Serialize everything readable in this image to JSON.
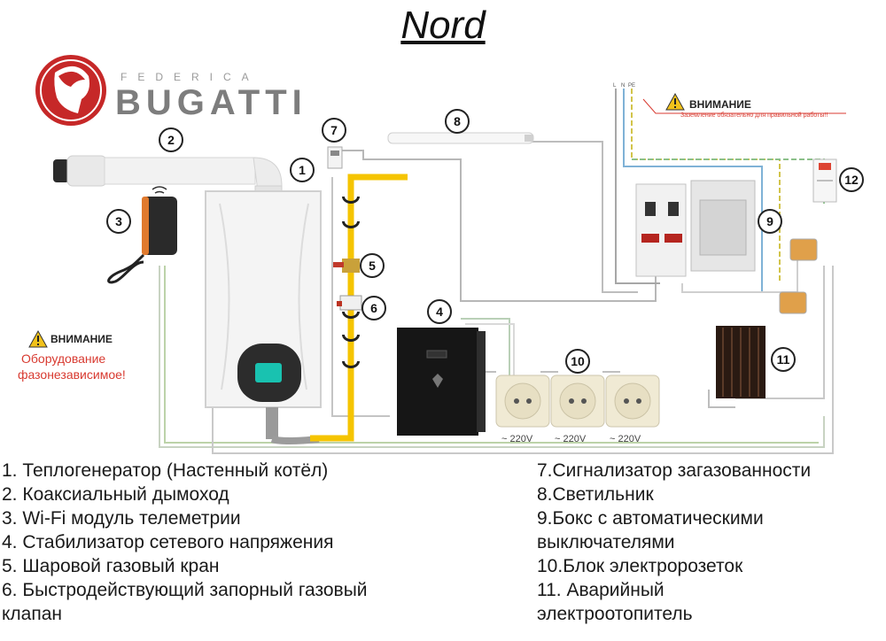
{
  "title": "Nord",
  "brand": {
    "small": "FEDERICA",
    "big": "BUGATTI"
  },
  "callouts": [
    "1",
    "2",
    "3",
    "4",
    "5",
    "6",
    "7",
    "8",
    "9",
    "10",
    "11",
    "12"
  ],
  "warning_left": {
    "title": "ВНИМАНИЕ",
    "line1": "Оборудование",
    "line2": "фазонезависимое!"
  },
  "warning_right": {
    "title": "ВНИМАНИЕ",
    "text": "Заземление обязательно для правильной работы!!"
  },
  "wire_labels": [
    "L",
    "N",
    "PE"
  ],
  "voltages": [
    "~ 220V",
    "~ 220V",
    "~ 220V"
  ],
  "legend_left": [
    "1. Теплогенератор (Настенный котёл)",
    "2. Коаксиальный дымоход",
    "3. Wi-Fi модуль телеметрии",
    "4. Стабилизатор сетевого напряжения",
    "5. Шаровой газовый кран",
    "6. Быстродействующий запорный газовый",
    "клапан"
  ],
  "legend_right": [
    "7.Сигнализатор загазованности",
    "8.Светильник",
    "9.Бокс с автоматическими",
    "выключателями",
    "10.Блок электророзеток",
    "11. Аварийный",
    "электроотопитель"
  ],
  "colors": {
    "gas_pipe": "#f5c400",
    "warning": "#d83a30",
    "logo": "#c62828",
    "wire": "#aab8a8"
  }
}
